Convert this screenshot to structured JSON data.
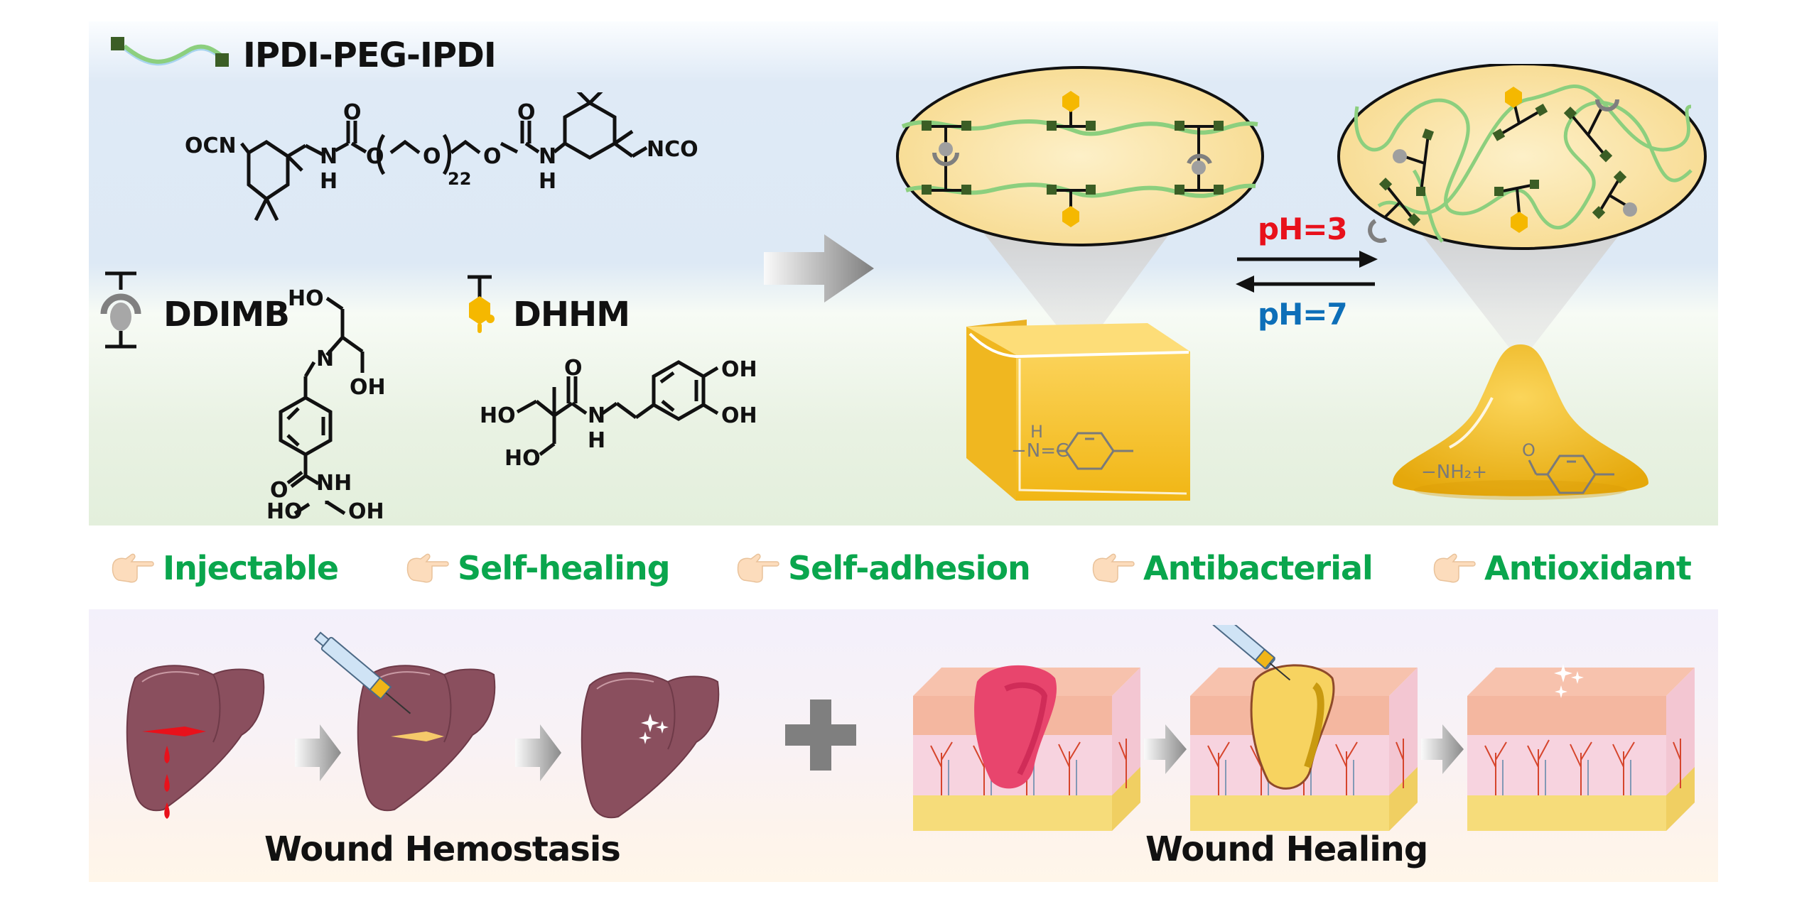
{
  "top": {
    "polymer_label": "IPDI-PEG-IPDI",
    "polymer_structure": {
      "left_group": "OCN",
      "right_group": "NCO",
      "carbonyl_o": "O",
      "nh_n": "N",
      "nh_h": "H",
      "ester_o": "O",
      "repeat_o": "O",
      "repeat_count": "22"
    },
    "ddimb_label": "DDIMB",
    "ddimb_structure": {
      "ho_top": "HO",
      "n": "N",
      "oh_right": "OH",
      "o_carbonyl": "O",
      "nh": "NH",
      "ho_bottom": "HO",
      "oh_bottom": "OH"
    },
    "dhhm_label": "DHHM",
    "dhhm_structure": {
      "oh_top": "OH",
      "oh_mid": "OH",
      "o_carbonyl": "O",
      "ho_left": "HO",
      "ho_bottom": "HO",
      "n": "N",
      "h": "H"
    },
    "forward_condition": "pH=3",
    "reverse_condition": "pH=7",
    "forward_color": "#e8111b",
    "reverse_color": "#0d6fb8",
    "gel_bond": {
      "h": "H",
      "imine": "−N=C"
    },
    "sol_bond": {
      "amine": "−NH₂+",
      "o": "O"
    }
  },
  "features": [
    {
      "icon": "pointing-hand-icon",
      "label": "Injectable"
    },
    {
      "icon": "pointing-hand-icon",
      "label": "Self-healing"
    },
    {
      "icon": "pointing-hand-icon",
      "label": "Self-adhesion"
    },
    {
      "icon": "pointing-hand-icon",
      "label": "Antibacterial"
    },
    {
      "icon": "pointing-hand-icon",
      "label": "Antioxidant"
    }
  ],
  "feature_color": "#0aa64d",
  "bottom": {
    "hemostasis_label": "Wound Hemostasis",
    "healing_label": "Wound Healing"
  },
  "colors": {
    "liver": "#8a4f5e",
    "gel": "#f6c230",
    "linker": "#3b5e25",
    "chain": "#8ccf7e"
  }
}
